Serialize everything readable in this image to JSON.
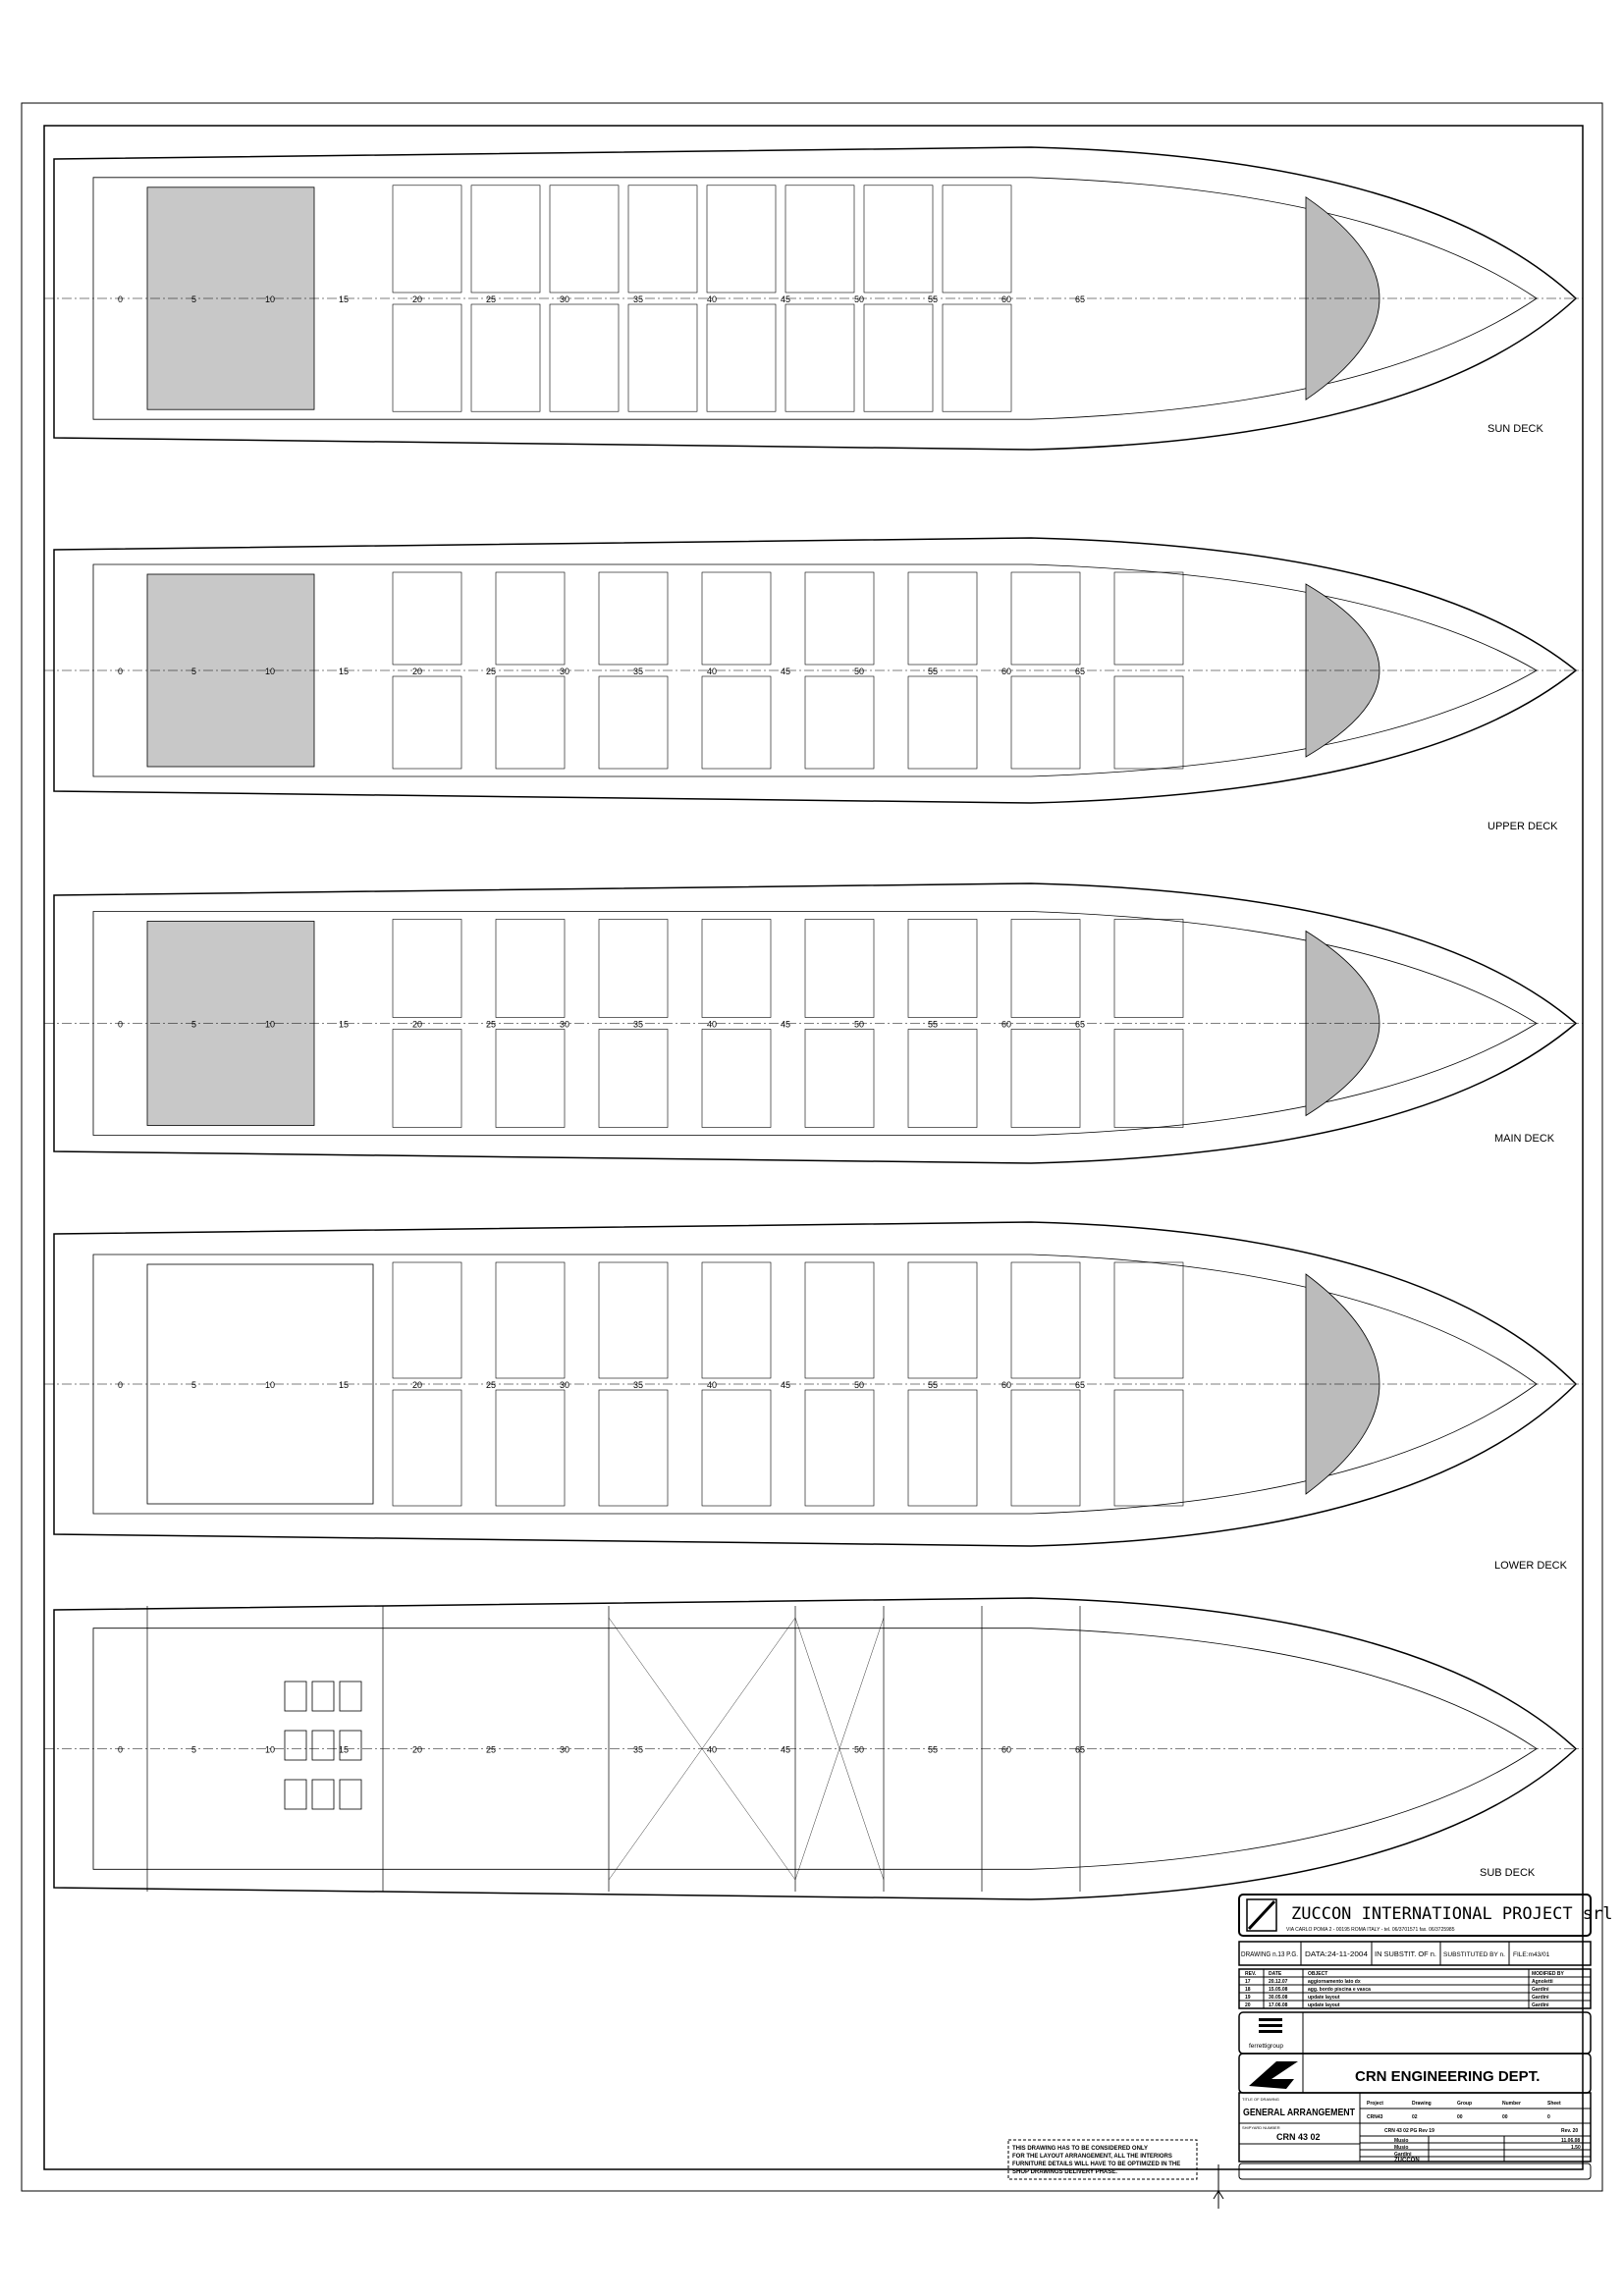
{
  "drawing": {
    "decks": [
      {
        "id": "sun",
        "label": "SUN DECK"
      },
      {
        "id": "upper",
        "label": "UPPER DECK"
      },
      {
        "id": "main",
        "label": "MAIN DECK"
      },
      {
        "id": "lower",
        "label": "LOWER DECK"
      },
      {
        "id": "sub",
        "label": "SUB DECK"
      }
    ],
    "frame_numbers": [
      "0",
      "5",
      "10",
      "15",
      "20",
      "25",
      "30",
      "35",
      "40",
      "45",
      "50",
      "55",
      "60",
      "65"
    ]
  },
  "title_block": {
    "company": "ZUCCON INTERNATIONAL PROJECT srl",
    "address": "VIA CARLO POMA 2 - 00195 ROMA ITALY - tel. 06/3701571  fax. 06/3725985",
    "drawing_no": "DRAWING n.13 P.G.",
    "date": "DATA:24-11-2004",
    "in_substit": "IN SUBSTIT. OF n.",
    "substituted_by": "SUBSTITUTED BY n.",
    "file": "FILE:m43/01",
    "revisions_header": [
      "REV.",
      "DATE",
      "OBJECT",
      "MODIFIED BY"
    ],
    "revisions": [
      [
        "17",
        "20.12.07",
        "aggiornamento lato dx",
        "Agnoletti"
      ],
      [
        "18",
        "15.05.08",
        "agg. bordo piscina e vasca",
        "Gardini"
      ],
      [
        "19",
        "30.05.08",
        "update layout",
        "Gardini"
      ],
      [
        "20",
        "17.06.08",
        "update layout",
        "Gardini"
      ]
    ],
    "group": "ferrettigroup",
    "dept": "CRN ENGINEERING DEPT.",
    "title_label": "TITLE OF DRAWING",
    "title": "GENERAL ARRANGEMENT",
    "project_label": "SHIPYARD NUMBER",
    "project": "CRN 43 02",
    "codes_header": [
      "Project",
      "Drawing",
      "Group",
      "Number",
      "Sheet"
    ],
    "codes": [
      "CRN43",
      "02",
      "00",
      "00",
      "0"
    ],
    "file_name": "CRN 43 02 PG Rev 19",
    "rev": "Rev. 20",
    "approved": "Musio",
    "checked": "Musio",
    "drawn": "Gardini",
    "from": "ZUCCON",
    "date_value": "11.06.08",
    "scale": "1.50"
  },
  "note": {
    "lines": [
      "THIS DRAWING HAS TO BE CONSIDERED ONLY",
      "FOR THE LAYOUT ARRANGEMENT, ALL THE INTERIORS",
      "FURNITURE DETAILS WILL HAVE TO BE OPTIMIZED IN THE",
      "SHOP DRAWINGS DELIVERY PHASE."
    ]
  }
}
